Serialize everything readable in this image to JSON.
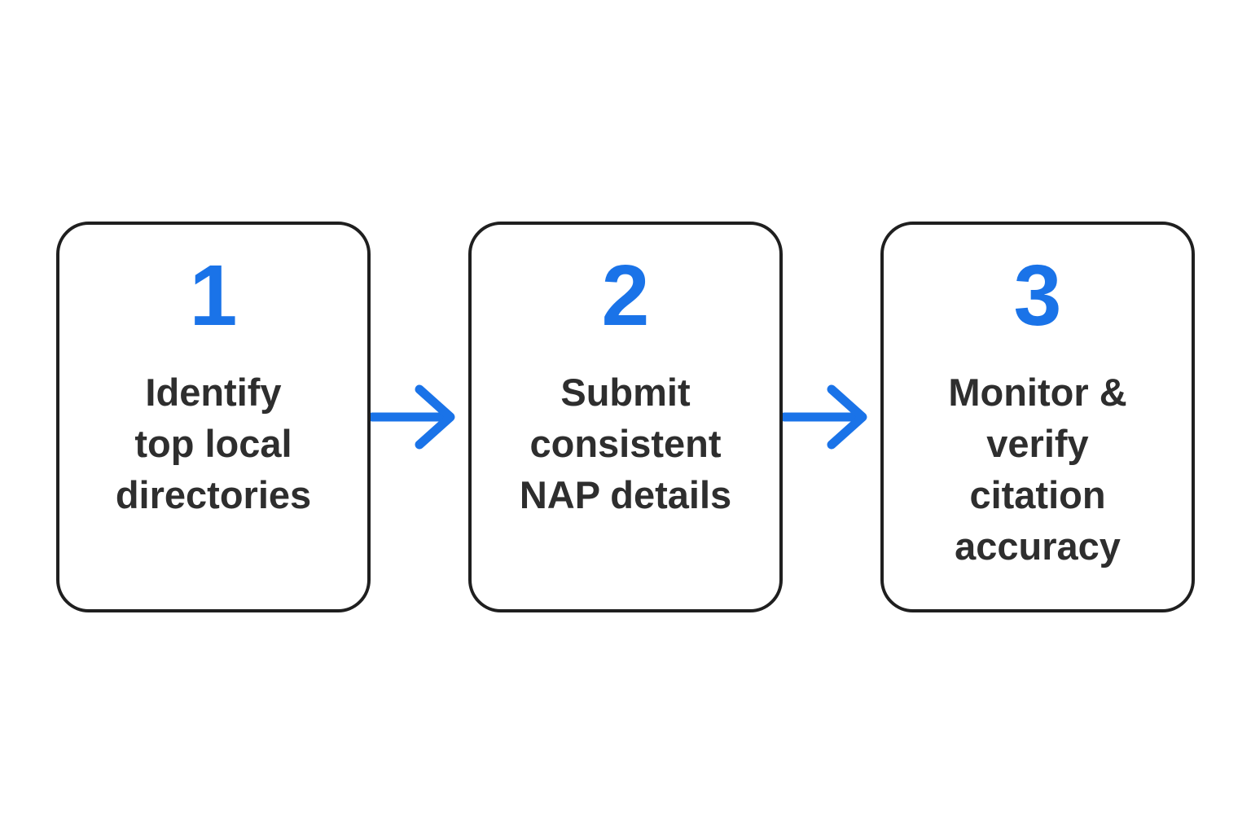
{
  "diagram": {
    "title": "three-step process flow",
    "colors": {
      "accent_blue": "#1a73e8",
      "card_border": "#1f1f1f",
      "text_dark": "#2e2e2e",
      "background": "#ffffff"
    },
    "steps": [
      {
        "number": "1",
        "lines": [
          "Identify",
          "top local",
          "directories"
        ]
      },
      {
        "number": "2",
        "lines": [
          "Submit",
          "consistent",
          "NAP details"
        ]
      },
      {
        "number": "3",
        "lines": [
          "Monitor &",
          "verify",
          "citation",
          "accuracy"
        ]
      }
    ],
    "connectors": [
      {
        "type": "arrow-right"
      },
      {
        "type": "arrow-right"
      }
    ]
  }
}
